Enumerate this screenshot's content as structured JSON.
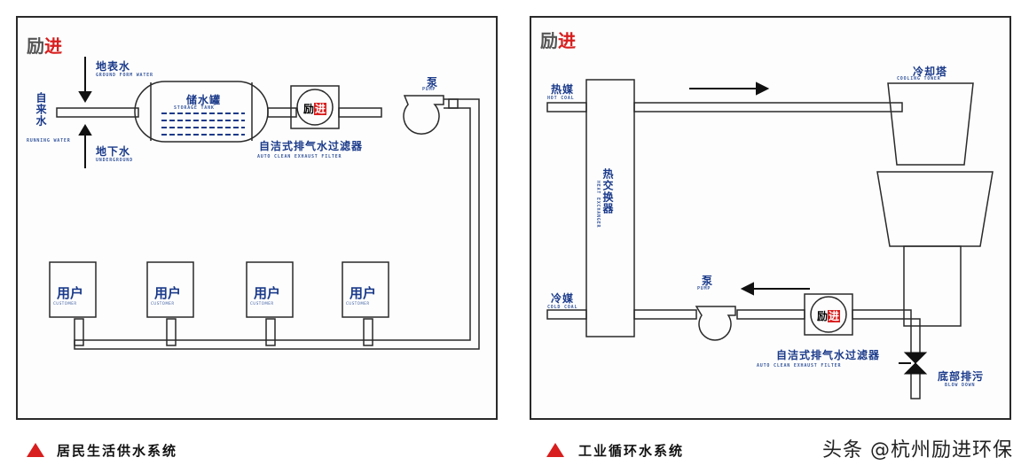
{
  "logo": {
    "part1": "励",
    "part2": "进"
  },
  "left": {
    "ground_surface_water": {
      "cn": "地表水",
      "en": "GROUND FORM WATER"
    },
    "running_water": {
      "cn": "自来水",
      "en": "RUNNING WATER"
    },
    "ground_water": {
      "cn": "地下水",
      "en": "UNDERGROUND"
    },
    "storage_tank": {
      "cn": "储水罐",
      "en": "STORAGE TANK"
    },
    "pump": {
      "cn": "泵",
      "en": "PUMP"
    },
    "filter": {
      "cn": "自洁式排气水过滤器",
      "en": "AUTO CLEAN EXHAUST FILTER"
    },
    "heaters": [
      {
        "cn": "用户",
        "en": "CUSTOMER"
      },
      {
        "cn": "用户",
        "en": "CUSTOMER"
      },
      {
        "cn": "用户",
        "en": "CUSTOMER"
      },
      {
        "cn": "用户",
        "en": "CUSTOMER"
      }
    ],
    "caption": "居民生活供水系统"
  },
  "right": {
    "hot_coal": {
      "cn": "热媒",
      "en": "HOT COAL"
    },
    "cold_coal": {
      "cn": "冷媒",
      "en": "COLD COAL"
    },
    "heat_exchanger": {
      "cn": "热交换器",
      "en": "HEAT EXCHANGER"
    },
    "cooling_tower": {
      "cn": "冷却塔",
      "en": "COOLING TOWER"
    },
    "pump": {
      "cn": "泵",
      "en": "PUMP"
    },
    "filter": {
      "cn": "自洁式排气水过滤器",
      "en": "AUTO CLEAN EXHAUST FILTER"
    },
    "blowdown": {
      "cn": "底部排污",
      "en": "BLOW DOWN"
    },
    "caption": "工业循环水系统"
  },
  "watermark": "头条 @杭州励进环保",
  "colors": {
    "pipe": "#2a2a2a",
    "label": "#1a3a8a",
    "accent": "#d81e1e"
  }
}
